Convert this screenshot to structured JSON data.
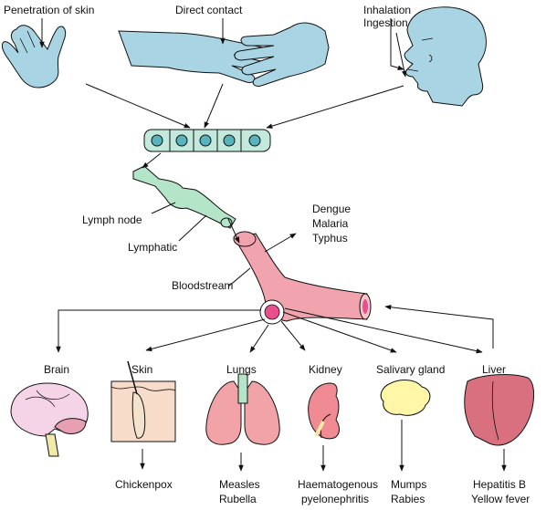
{
  "entry_routes": {
    "penetration": "Penetration of skin",
    "direct_contact": "Direct contact",
    "inhalation": "Inhalation",
    "ingestion": "Ingestion"
  },
  "pathway": {
    "lymph_node": "Lymph node",
    "lymphatic": "Lymphatic",
    "bloodstream": "Bloodstream",
    "systemic_diseases": [
      "Dengue",
      "Malaria",
      "Typhus"
    ]
  },
  "organs": [
    {
      "label": "Brain",
      "diseases": []
    },
    {
      "label": "Skin",
      "diseases": [
        "Chickenpox"
      ]
    },
    {
      "label": "Lungs",
      "diseases": [
        "Measles",
        "Rubella"
      ]
    },
    {
      "label": "Kidney",
      "diseases": [
        "Haematogenous",
        "pyelonephritis"
      ]
    },
    {
      "label": "Salivary gland",
      "diseases": [
        "Mumps",
        "Rabies"
      ]
    },
    {
      "label": "Liver",
      "diseases": [
        "Hepatitis B",
        "Yellow fever"
      ]
    }
  ],
  "colors": {
    "hand": "#a9d4e3",
    "cells": "#c3e8dc",
    "nuclei": "#58b3bc",
    "lymph": "#b5e5c9",
    "vessel": "#f1a4ae",
    "vessel_core": "#e94f8c",
    "brain": "#f6d4e8",
    "skin": "#f7dcc9",
    "lungs": "#f2a3a8",
    "kidney": "#f08a93",
    "gland": "#fff6a8",
    "liver": "#d8707f",
    "stroke": "#111111"
  }
}
